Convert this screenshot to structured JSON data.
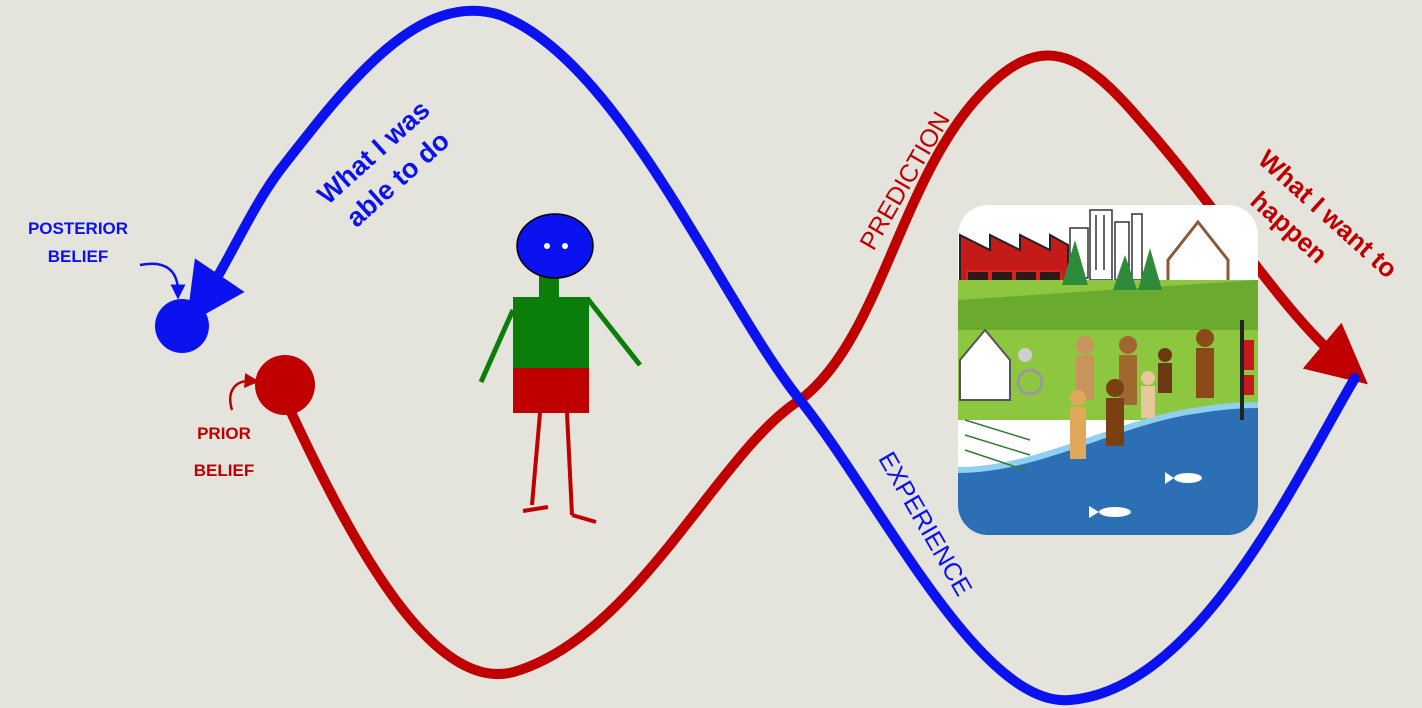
{
  "labels": {
    "posterior_line1": "POSTERIOR",
    "posterior_line2": "BELIEF",
    "prior_line1": "PRIOR",
    "prior_line2": "BELIEF",
    "able_line1": "What I was",
    "able_line2": "able to do",
    "prediction": "PREDICTION",
    "experience": "EXPERIENCE",
    "want_line1": "What I want to",
    "want_line2": "happen"
  },
  "colors": {
    "background": "#e4e3dc",
    "blue": "#0b12f0",
    "red": "#c00000",
    "green": "#0a7d0a"
  },
  "icons": {
    "figure": "stick-figure-person",
    "community": "community-illustration"
  }
}
